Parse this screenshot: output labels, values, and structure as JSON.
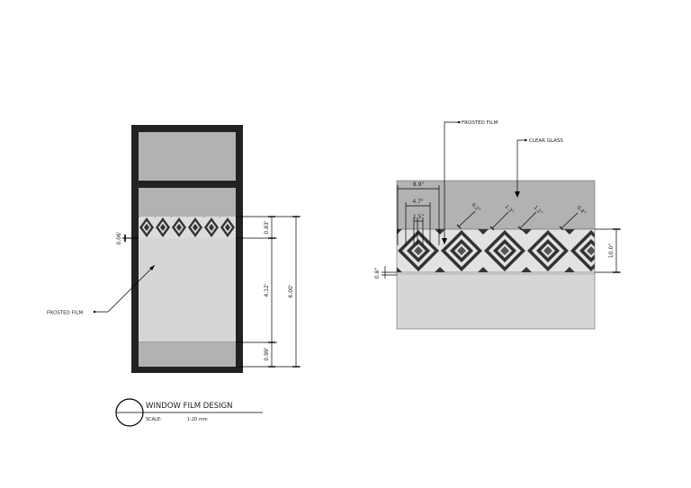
{
  "elevation": {
    "dims": {
      "top_offset": "0.06'",
      "band": "0.83'",
      "mid": "4.12'",
      "overall": "6.00'",
      "bottom": "0.99'"
    },
    "callout_frosted": "FROSTED FILM"
  },
  "detail": {
    "callout_frosted": "FROSTED FILM",
    "callout_clear": "CLEAR GLASS",
    "dims": {
      "pitch": "8.9\"",
      "half": "4.7\"",
      "inner": "1.5\"",
      "band_height": "10.0\"",
      "gap": "0.8\"",
      "d1": "0.2\"",
      "d2": "1.3\"",
      "d3": "1.1\"",
      "d4": "0.4\""
    }
  },
  "title_block": {
    "title": "WINDOW FILM DESIGN",
    "scale_label": "SCALE:",
    "scale_value": "1:20 mm"
  },
  "colors": {
    "frame": "#222222",
    "frosted": "#b2b2b2",
    "clear_glass": "#d6d6d6",
    "pattern_dark": "#333333",
    "pattern_light": "#dcdcdc"
  }
}
